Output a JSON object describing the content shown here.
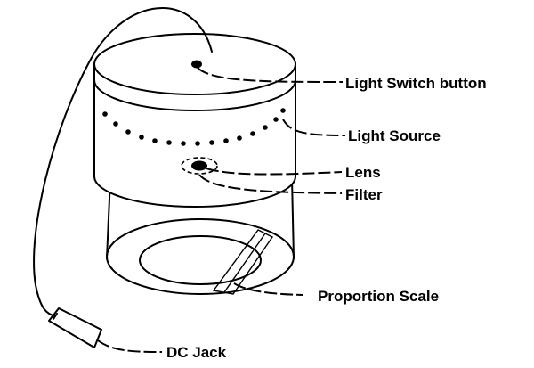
{
  "labels": {
    "light_switch": "Light Switch button",
    "light_source": "Light Source",
    "lens": "Lens",
    "filter": "Filter",
    "proportion_scale": "Proportion Scale",
    "dc_jack": "DC Jack"
  },
  "colors": {
    "ink": "#000000",
    "background": "#ffffff"
  }
}
